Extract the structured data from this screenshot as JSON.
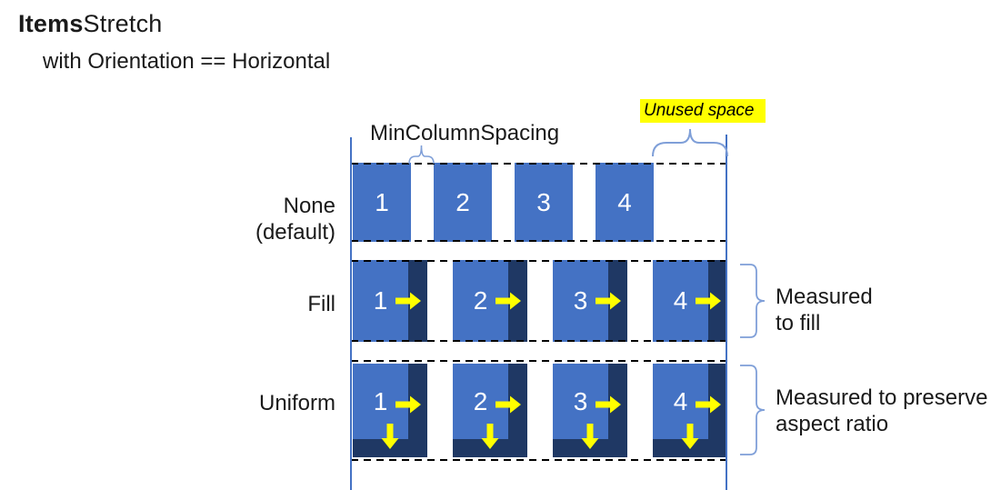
{
  "title": {
    "bold": "Items",
    "regular": "Stretch"
  },
  "subtitle": "with Orientation == Horizontal",
  "annotations": {
    "min_column_spacing": "MinColumnSpacing",
    "unused_space": "Unused space",
    "measured_to_fill": {
      "line1": "Measured",
      "line2": "to fill"
    },
    "measured_to_preserve": {
      "line1": "Measured to preserve",
      "line2": "aspect ratio"
    }
  },
  "rows": [
    {
      "stretch": "none",
      "label_lines": {
        "line1": "None",
        "line2": "(default)"
      },
      "items": [
        "1",
        "2",
        "3",
        "4"
      ]
    },
    {
      "stretch": "fill",
      "label_lines": {
        "line1": "Fill"
      },
      "items": [
        "1",
        "2",
        "3",
        "4"
      ]
    },
    {
      "stretch": "uniform",
      "label_lines": {
        "line1": "Uniform"
      },
      "items": [
        "1",
        "2",
        "3",
        "4"
      ]
    }
  ],
  "colors": {
    "item_blue": "#4472C4",
    "stretch_dark_blue": "#1F3864",
    "arrow_yellow": "#FFFF00",
    "highlight_yellow": "#FFFF00",
    "brace_blue": "#7F9FD8",
    "boundary_line_blue": "#4472C4",
    "dashed_line_black": "#000000"
  }
}
